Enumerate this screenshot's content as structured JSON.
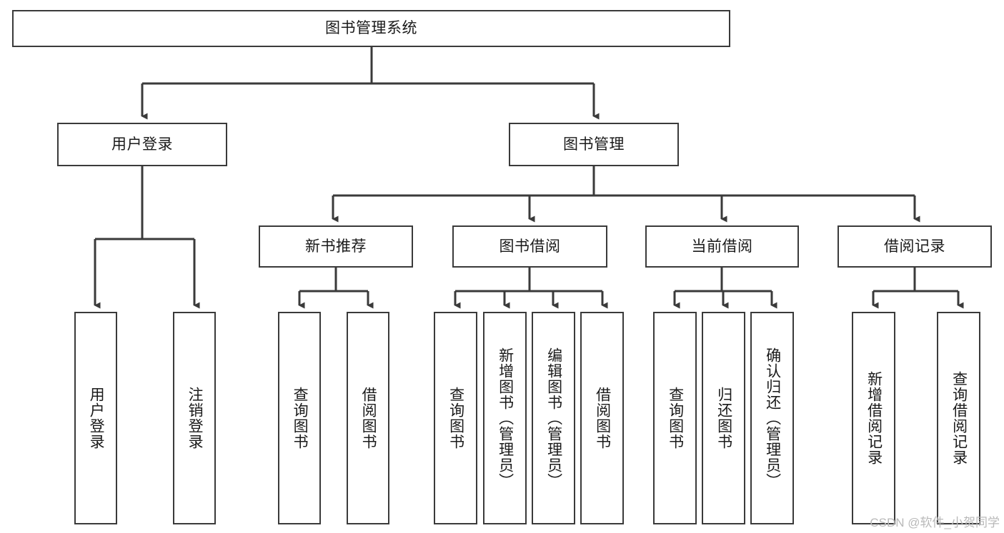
{
  "diagram": {
    "type": "tree-hierarchy-chart",
    "title": "图书管理系统",
    "watermark": "CSDN @软件_小贺同学",
    "colors": {
      "stroke": "#3a3a3a",
      "text": "#1a1a1a",
      "background": "#ffffff",
      "watermark": "#b9b9b9"
    },
    "nodes": {
      "root": {
        "label": "图书管理系统",
        "orientation": "horizontal"
      },
      "level1": [
        {
          "id": "user-login",
          "label": "用户登录",
          "orientation": "horizontal"
        },
        {
          "id": "book-management",
          "label": "图书管理",
          "orientation": "horizontal"
        }
      ],
      "level2": [
        {
          "id": "new-book-recommend",
          "label": "新书推荐",
          "orientation": "horizontal"
        },
        {
          "id": "book-borrow",
          "label": "图书借阅",
          "orientation": "horizontal"
        },
        {
          "id": "current-borrow",
          "label": "当前借阅",
          "orientation": "horizontal"
        },
        {
          "id": "borrow-record",
          "label": "借阅记录",
          "orientation": "horizontal"
        }
      ],
      "leaves": {
        "user-login": [
          {
            "id": "leaf-user-login",
            "label": "用户登录",
            "orientation": "vertical"
          },
          {
            "id": "leaf-logout-login",
            "label": "注销登录",
            "orientation": "vertical"
          }
        ],
        "new-book-recommend": [
          {
            "id": "leaf-query-book-1",
            "label": "查询图书",
            "orientation": "vertical"
          },
          {
            "id": "leaf-borrow-book-1",
            "label": "借阅图书",
            "orientation": "vertical"
          }
        ],
        "book-borrow": [
          {
            "id": "leaf-query-book-2",
            "label": "查询图书",
            "orientation": "vertical"
          },
          {
            "id": "leaf-add-book",
            "label": "新增图书（管理员）",
            "orientation": "vertical"
          },
          {
            "id": "leaf-edit-book",
            "label": "编辑图书（管理员）",
            "orientation": "vertical"
          },
          {
            "id": "leaf-borrow-book-2",
            "label": "借阅图书",
            "orientation": "vertical"
          }
        ],
        "current-borrow": [
          {
            "id": "leaf-query-book-3",
            "label": "查询图书",
            "orientation": "vertical"
          },
          {
            "id": "leaf-return-book",
            "label": "归还图书",
            "orientation": "vertical"
          },
          {
            "id": "leaf-confirm-return",
            "label": "确认归还（管理员）",
            "orientation": "vertical"
          }
        ],
        "borrow-record": [
          {
            "id": "leaf-add-record",
            "label": "新增借阅记录",
            "orientation": "vertical"
          },
          {
            "id": "leaf-query-record",
            "label": "查询借阅记录",
            "orientation": "vertical"
          }
        ]
      }
    }
  }
}
